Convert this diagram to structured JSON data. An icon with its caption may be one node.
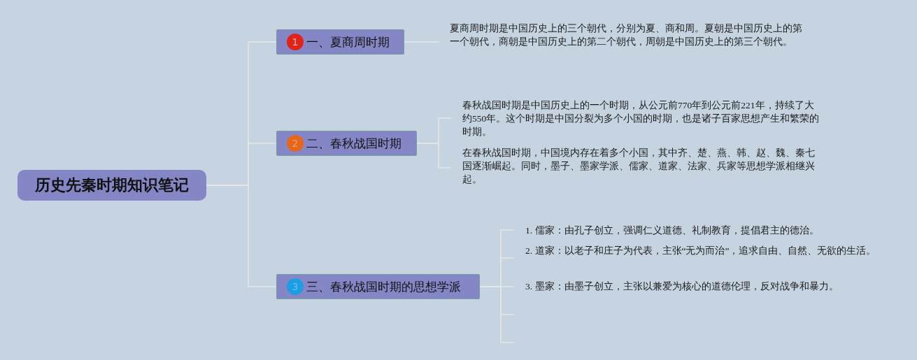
{
  "diagram": {
    "nodes": [
      {
        "text": [
          "历史先秦时期知识笔记"
        ]
      },
      {
        "text": [
          "1",
          "一、夏商周时期"
        ]
      },
      {
        "text": [
          "2",
          "二、春秋战国时期"
        ]
      },
      {
        "text": [
          "3",
          "三、春秋战国时期的思想学派"
        ]
      },
      {
        "text": [
          "夏商周时期是中国历史上的三个朝代，分别为夏、商和周。夏朝是中国历史上的第一个朝代，商朝是中国历史上的第二个朝代，周朝是中国历史上的第三个朝代。"
        ]
      },
      {
        "text": [
          "春秋战国时期是中国历史上的一个时期，从公元前770年到公元前221年，持续了大约550年。这个时期是中国分裂为多个小国的时期，也是诸子百家思想产生和繁荣的时期。"
        ]
      },
      {
        "text": [
          "在春秋战国时期，中国境内存在着多个小国，其中齐、楚、燕、韩、赵、魏、秦七国逐渐崛起。同时，墨子、墨家学派、儒家、道家、法家、兵家等思想学派相继兴起。"
        ]
      },
      {
        "text": [
          "1. 儒家：由孔子创立，强调仁义道德、礼制教育，提倡君主的德治。"
        ]
      },
      {
        "text": [
          "2. 道家：以老子和庄子为代表，主张“无为而治”，追求自由、自然、无欲的生活。"
        ]
      },
      {
        "text": [
          "3. 墨家：由墨子创立，主张以兼爱为核心的道德伦理，反对战争和暴力。"
        ]
      }
    ],
    "edges": [
      {
        "from": 0,
        "to": 1,
        "arrow": "none"
      },
      {
        "from": 0,
        "to": 2,
        "arrow": "none"
      },
      {
        "from": 0,
        "to": 3,
        "arrow": "none"
      },
      {
        "from": 1,
        "to": 4,
        "arrow": "none"
      },
      {
        "from": 2,
        "to": 5,
        "arrow": "none"
      },
      {
        "from": 2,
        "to": 6,
        "arrow": "none"
      },
      {
        "from": 3,
        "to": 7,
        "arrow": "none"
      },
      {
        "from": 3,
        "to": 8,
        "arrow": "none"
      },
      {
        "from": 3,
        "to": 9,
        "arrow": "none"
      },
      {
        "from": 3,
        "to": null,
        "arrow": "none"
      },
      {
        "from": 3,
        "to": null,
        "arrow": "none"
      }
    ]
  }
}
